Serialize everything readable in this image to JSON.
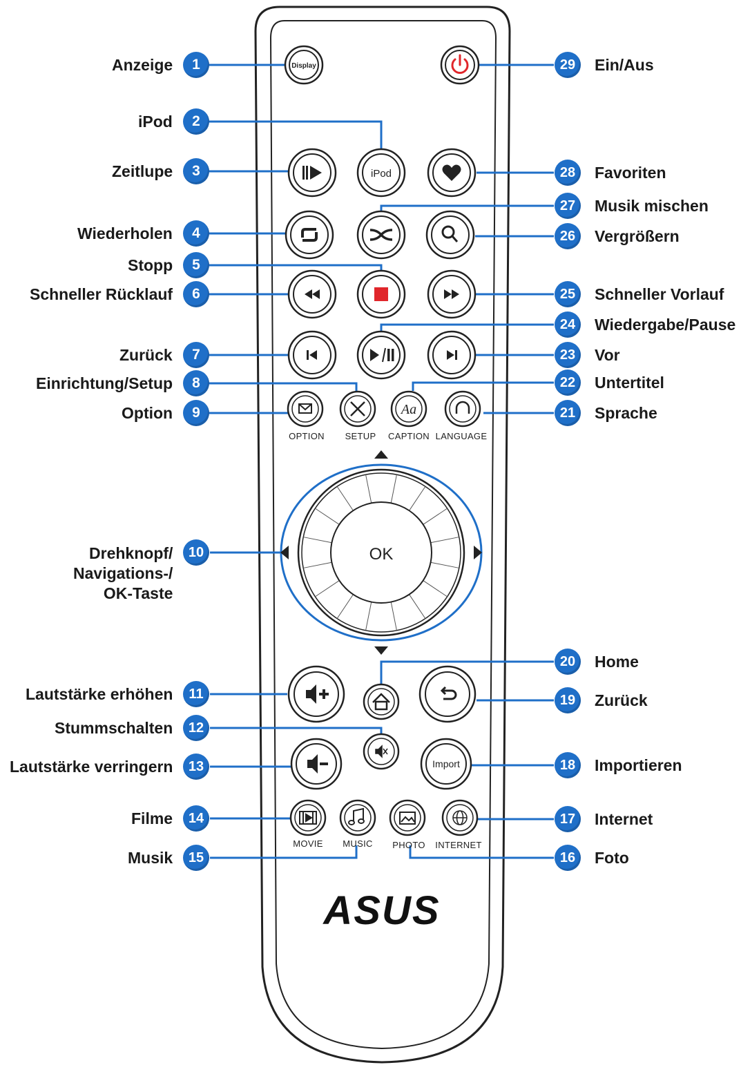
{
  "left_labels": [
    {
      "num": "1",
      "text": "Anzeige"
    },
    {
      "num": "2",
      "text": "iPod"
    },
    {
      "num": "3",
      "text": "Zeitlupe"
    },
    {
      "num": "4",
      "text": "Wiederholen"
    },
    {
      "num": "5",
      "text": "Stopp"
    },
    {
      "num": "6",
      "text": "Schneller Rücklauf"
    },
    {
      "num": "7",
      "text": "Zurück"
    },
    {
      "num": "8",
      "text": "Einrichtung/Setup"
    },
    {
      "num": "9",
      "text": "Option"
    },
    {
      "num": "10",
      "text": "Drehknopf/\nNavigations-/\nOK-Taste"
    },
    {
      "num": "11",
      "text": "Lautstärke erhöhen"
    },
    {
      "num": "12",
      "text": "Stummschalten"
    },
    {
      "num": "13",
      "text": "Lautstärke verringern"
    },
    {
      "num": "14",
      "text": "Filme"
    },
    {
      "num": "15",
      "text": "Musik"
    }
  ],
  "right_labels": [
    {
      "num": "29",
      "text": "Ein/Aus"
    },
    {
      "num": "28",
      "text": "Favoriten"
    },
    {
      "num": "27",
      "text": "Musik mischen"
    },
    {
      "num": "26",
      "text": "Vergrößern"
    },
    {
      "num": "25",
      "text": "Schneller Vorlauf"
    },
    {
      "num": "24",
      "text": "Wiedergabe/Pause"
    },
    {
      "num": "23",
      "text": "Vor"
    },
    {
      "num": "22",
      "text": "Untertitel"
    },
    {
      "num": "21",
      "text": "Sprache"
    },
    {
      "num": "20",
      "text": "Home"
    },
    {
      "num": "19",
      "text": "Zurück"
    },
    {
      "num": "18",
      "text": "Importieren"
    },
    {
      "num": "17",
      "text": "Internet"
    },
    {
      "num": "16",
      "text": "Foto"
    }
  ],
  "remote": {
    "display_btn": "Display",
    "ipod_btn": "iPod",
    "import_btn": "Import",
    "ok_btn": "OK",
    "captions_row1": {
      "option": "OPTION",
      "setup": "SETUP",
      "caption": "CAPTION",
      "language": "LANGUAGE"
    },
    "captions_row2": {
      "movie": "MOVIE",
      "music": "MUSIC",
      "photo": "PHOTO",
      "internet": "INTERNET"
    },
    "brand": "ASUS"
  },
  "colors": {
    "badge": "#1f6fc8",
    "leader": "#1f6fc8",
    "power": "#e0262b",
    "stop": "#e0262b",
    "outline": "#222222"
  }
}
